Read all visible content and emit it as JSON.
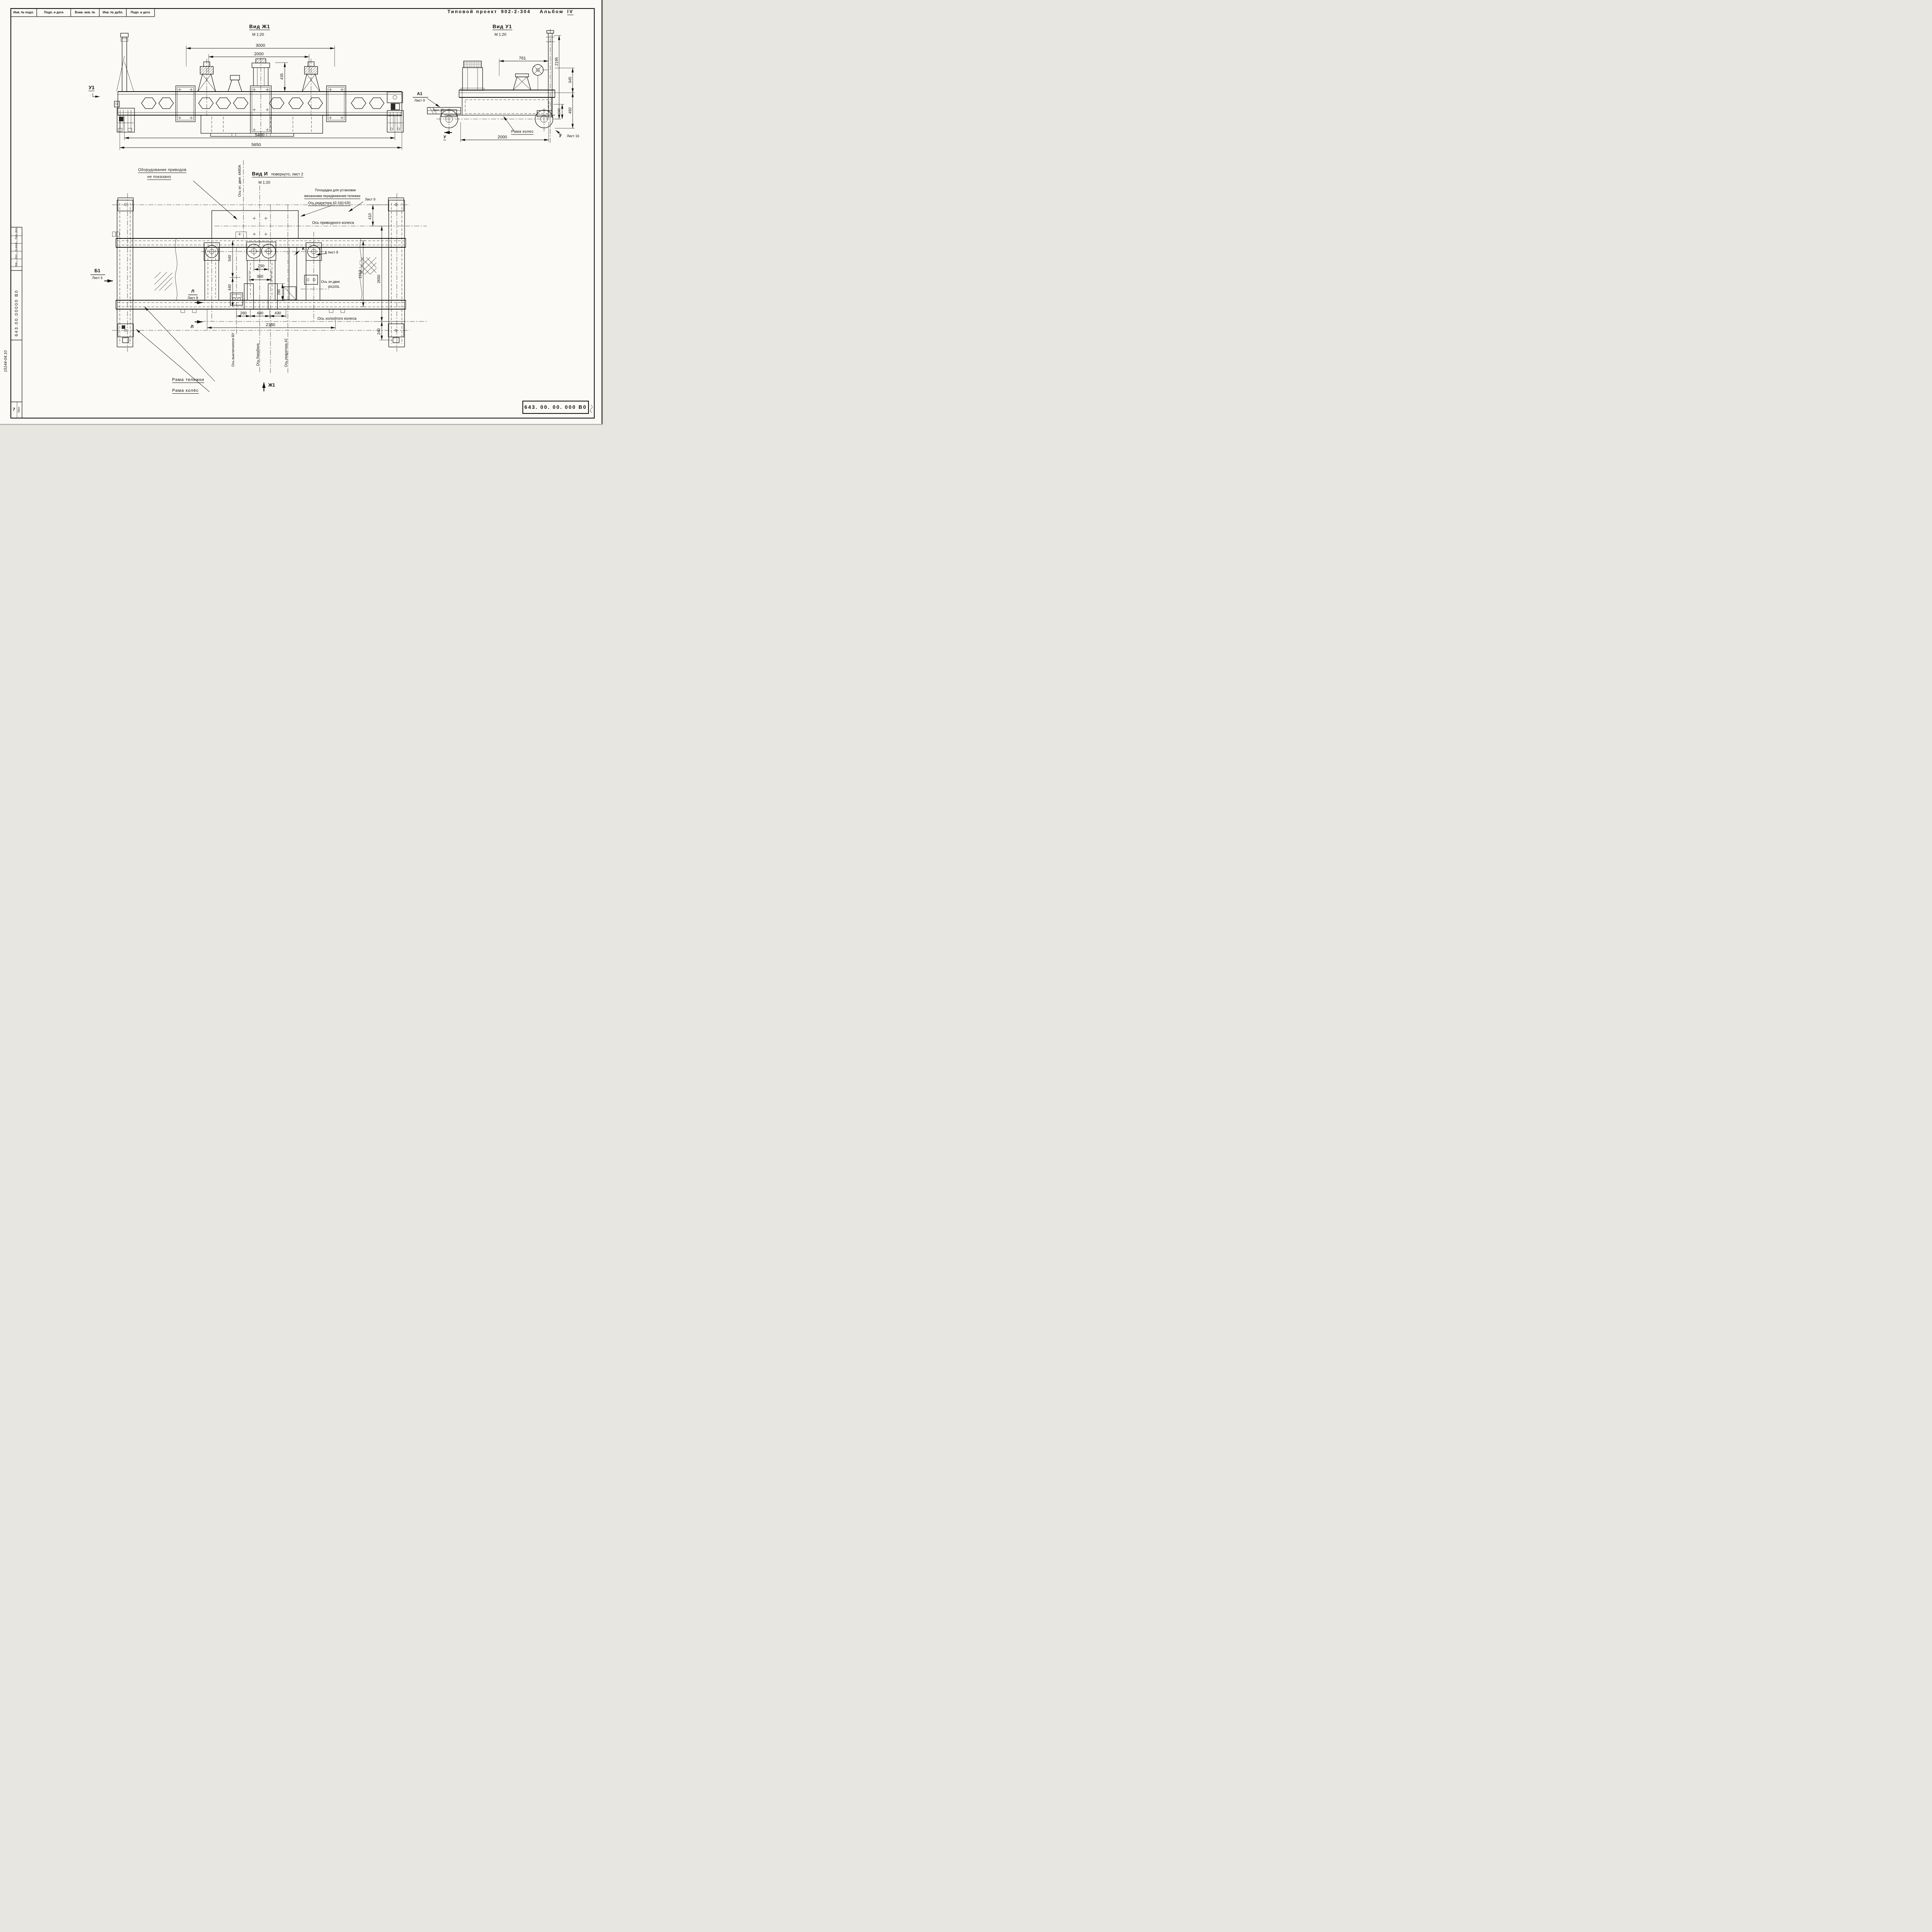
{
  "header": {
    "stamp_cells": [
      "Инв. № подл.",
      "Подп. и дата",
      "Взам. инв. №",
      "Инв. № дубл.",
      "Подп. и дата"
    ],
    "project_title": "Типовой проект",
    "project_number": "902-2-304",
    "album_label": "Альбом",
    "album_number": "IV"
  },
  "title_block": {
    "doc_number": "643. 00. 00. 000 В0"
  },
  "side_block": {
    "doc_number": "643.00.00000 В0",
    "hand_number": "15144-04.10",
    "revision_cols": [
      "Изм.",
      "Лист",
      "№ докум.",
      "Подп.",
      "Дата"
    ],
    "sheet_label": "Лист",
    "sheet_number": "7"
  },
  "view_zh1": {
    "title": "Вид Ж1",
    "scale": "М 1:20",
    "marker_u1": "У1",
    "dim_3000": "3000",
    "dim_2000": "2000",
    "dim_435": "435",
    "dim_5400": "5400",
    "dim_5650": "5650"
  },
  "view_u1": {
    "title": "Вид У1",
    "scale": "М 1:20",
    "marker_a1": "А1",
    "marker_a1_sheet": "Лист 9",
    "arm_sheet": "Лист 13",
    "dim_761": "761",
    "dim_2195": "2195",
    "dim_345": "345",
    "dim_492": "492",
    "dim_240": "240",
    "dim_2000": "2000",
    "wheel_frame_label": "Рама колес",
    "marker_u": "У",
    "marker_u_right": "У",
    "marker_u_right_sheet": "Лист 16"
  },
  "view_i": {
    "title": "Вид И",
    "title_note": "повернуто, лист 2",
    "scale": "М 1:20",
    "note_line1": "Оборудование приводов",
    "note_line2": "не показано",
    "axis_motor_small": "Ось эл. двиг. 4А80А",
    "platform_line1": "Площадка для установки",
    "platform_line2": "механизма передвижения тележки",
    "platform_sheet": "Лист 9",
    "axis_reducer_full": "Ось редуктора 42-160-630",
    "axis_drive_wheel": "Ось приводного колеса",
    "axis_idle_wheel": "Ось холостого колеса",
    "axis_motor_big_1": "Ось эл.двиг.",
    "axis_motor_big_2": "4А100L",
    "axis_switch": "Ось выключателя ВУ",
    "axis_drum": "Ось барабана",
    "axis_reducer": "Ось редуктора 42",
    "marker_b1": "Б1",
    "marker_b1_sheet": "Лист 6",
    "marker_l_top": "Л",
    "marker_l_top_sheet": "Лист 8",
    "marker_l_bottom": "Л",
    "marker_k": "К",
    "marker_k_sheet": "К лист 8",
    "marker_zh1": "Ж1",
    "frame_trolley": "Рама тележки",
    "frame_wheels": "Рама колёс",
    "dim_410": "410",
    "dim_540": "540",
    "dim_440": "440",
    "dim_250": "250",
    "dim_360": "360",
    "dim_290": "290",
    "dim_1510": "1510",
    "dim_2650": "2650",
    "dim_240": "240",
    "dim_260": "260",
    "dim_480": "480",
    "dim_430": "430",
    "dim_2180": "2180"
  }
}
